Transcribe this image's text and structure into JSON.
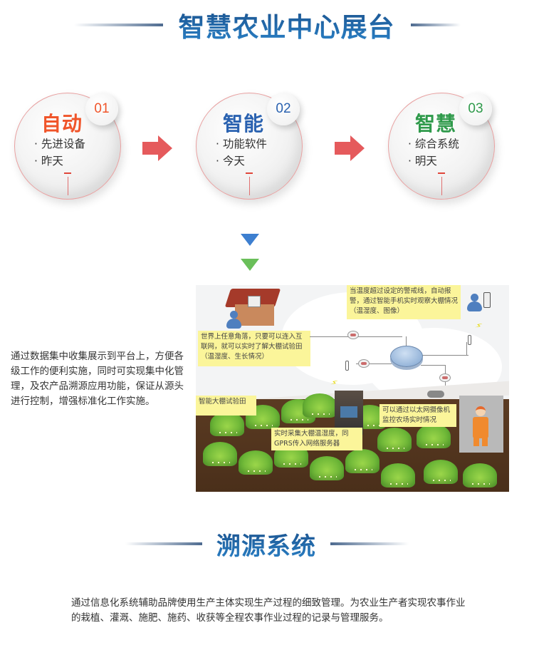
{
  "header": {
    "title": "智慧农业中心展台"
  },
  "stages": [
    {
      "number": "01",
      "title": "自动",
      "items": [
        "先进设备",
        "昨天"
      ],
      "color": "#f0552a"
    },
    {
      "number": "02",
      "title": "智能",
      "items": [
        "功能软件",
        "今天"
      ],
      "color": "#2a62b0"
    },
    {
      "number": "03",
      "title": "智慧",
      "items": [
        "综合系统",
        "明天"
      ],
      "color": "#2f9a4b"
    }
  ],
  "arrow_color": "#e55a5c",
  "indicator_colors": {
    "first": "#3d7fd0",
    "second": "#6abf5a"
  },
  "platform_description": "通过数据集中收集展示到平台上，方便各级工作的便利实施，同时可实现集中化管理，及农产品溯源应用功能，保证从源头进行控制，增强标准化工作实施。",
  "illustration": {
    "notes": {
      "remote_access": "世界上任意角落，只要可以连入互联网，就可以实时了解大棚试验田（温湿度、生长情况）",
      "alarm": "当温度超过设定的警戒线，自动报警，通过智能手机实时观察大棚情况（温湿度、图像）",
      "greenhouse": "智能大棚试验田",
      "gprs": "实时采集大棚温湿度，同GPRS传入网络服务器",
      "camera": "可以通过以太网摄像机监控农场实时情况"
    }
  },
  "traceability": {
    "title": "溯源系统",
    "description": "通过信息化系统辅助品牌使用生产主体实现生产过程的细致管理。为农业生产者实现农事作业的栽植、灌溉、施肥、施药、收获等全程农事作业过程的记录与管理服务。"
  }
}
